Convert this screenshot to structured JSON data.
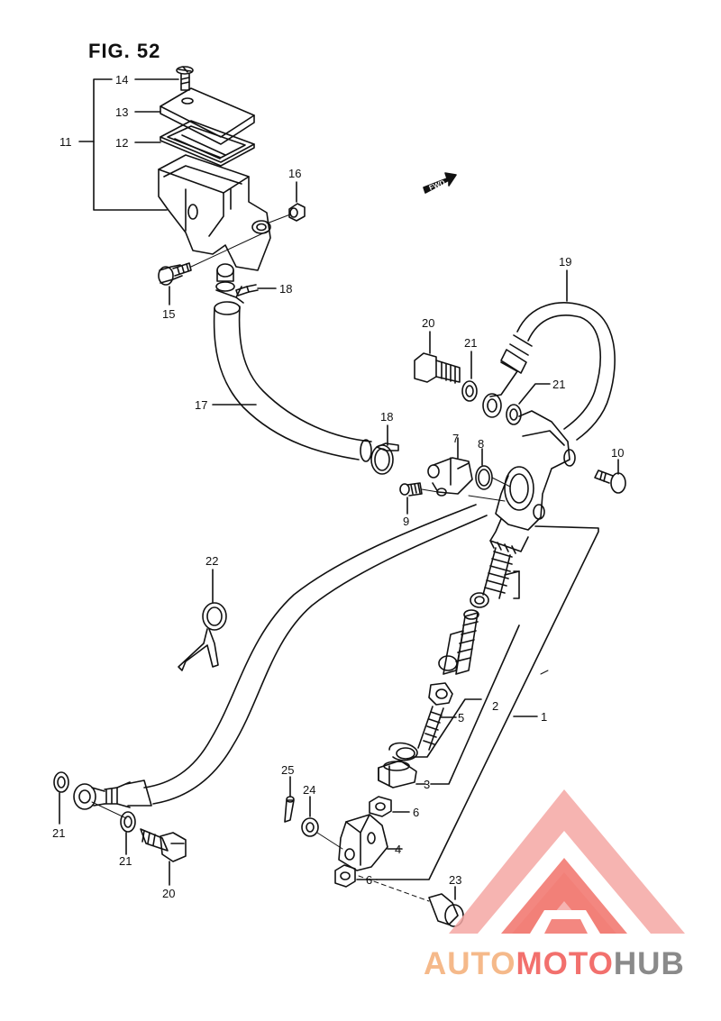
{
  "figure": {
    "title": "FIG. 52",
    "fwd_label": "FWD"
  },
  "callouts": {
    "c1": "1",
    "c2": "2",
    "c3": "3",
    "c4": "4",
    "c5": "5",
    "c6a": "6",
    "c6b": "6",
    "c7": "7",
    "c8": "8",
    "c9": "9",
    "c10": "10",
    "c11": "11",
    "c12": "12",
    "c13": "13",
    "c14": "14",
    "c15": "15",
    "c16": "16",
    "c17": "17",
    "c18a": "18",
    "c18b": "18",
    "c19": "19",
    "c20a": "20",
    "c20b": "20",
    "c21a": "21",
    "c21b": "21",
    "c21c": "21",
    "c21d": "21",
    "c22": "22",
    "c23": "23",
    "c24": "24",
    "c25": "25"
  },
  "watermark": {
    "part1": "AUTO",
    "part2": "MOTO",
    "part3": "HUB"
  },
  "colors": {
    "ink": "#111111",
    "logo_red": "#f27a72",
    "logo_orange": "#f5b98a",
    "logo_grey": "#8a8a8a"
  }
}
